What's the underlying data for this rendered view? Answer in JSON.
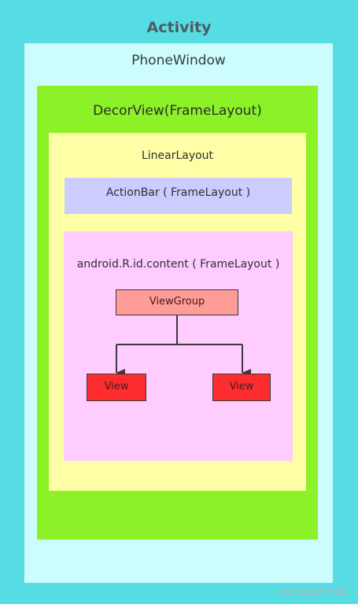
{
  "activity": {
    "title": "Activity"
  },
  "phone_window": {
    "title": "PhoneWindow"
  },
  "decor_view": {
    "title": "DecorView(FrameLayout)"
  },
  "linear_layout": {
    "title": "LinearLayout"
  },
  "action_bar": {
    "title": "ActionBar ( FrameLayout )"
  },
  "content": {
    "title": "android.R.id.content ( FrameLayout )",
    "view_group": "ViewGroup",
    "views": [
      "View",
      "View"
    ]
  },
  "watermark": "@稀土掘金技术社区",
  "colors": {
    "activity": "#56dde4",
    "phone_window": "#ccfcfc",
    "decor_view": "#8cf227",
    "linear_layout": "#fdfea6",
    "action_bar": "#ccccff",
    "content": "#ffccff",
    "view_group": "#fe9c98",
    "view": "#fd2c2e"
  }
}
